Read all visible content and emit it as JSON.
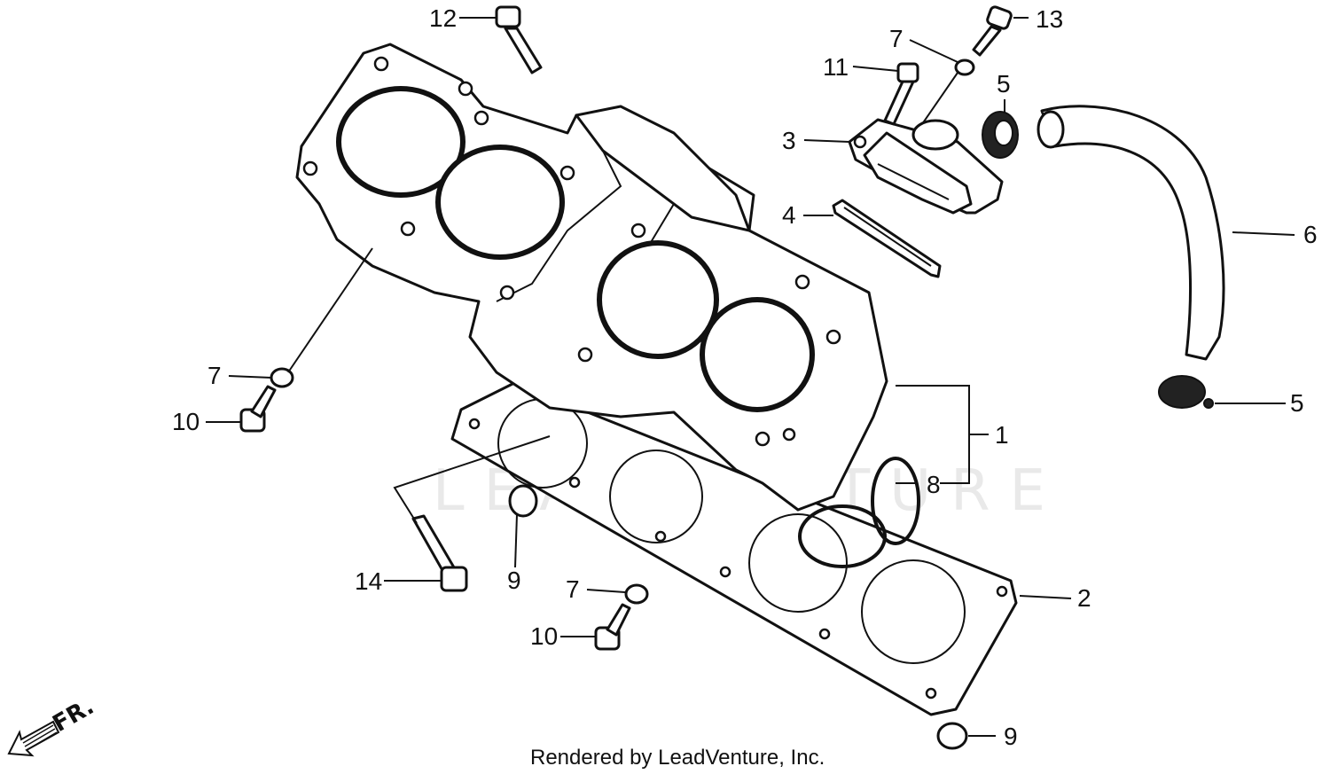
{
  "diagram": {
    "callouts": [
      {
        "id": "c12a",
        "label": "12"
      },
      {
        "id": "c13",
        "label": "13"
      },
      {
        "id": "c7a",
        "label": "7"
      },
      {
        "id": "c11",
        "label": "11"
      },
      {
        "id": "c5a",
        "label": "5"
      },
      {
        "id": "c3",
        "label": "3"
      },
      {
        "id": "c4",
        "label": "4"
      },
      {
        "id": "c6",
        "label": "6"
      },
      {
        "id": "c7b",
        "label": "7"
      },
      {
        "id": "c10a",
        "label": "10"
      },
      {
        "id": "c5b",
        "label": "5"
      },
      {
        "id": "c1",
        "label": "1"
      },
      {
        "id": "c8",
        "label": "8"
      },
      {
        "id": "c14",
        "label": "14"
      },
      {
        "id": "c9a",
        "label": "9"
      },
      {
        "id": "c7c",
        "label": "7"
      },
      {
        "id": "c2",
        "label": "2"
      },
      {
        "id": "c10b",
        "label": "10"
      },
      {
        "id": "c9b",
        "label": "9"
      }
    ],
    "direction_label": "FR.",
    "watermark": "LEADVENTURE",
    "footer": "Rendered by LeadVenture, Inc."
  }
}
